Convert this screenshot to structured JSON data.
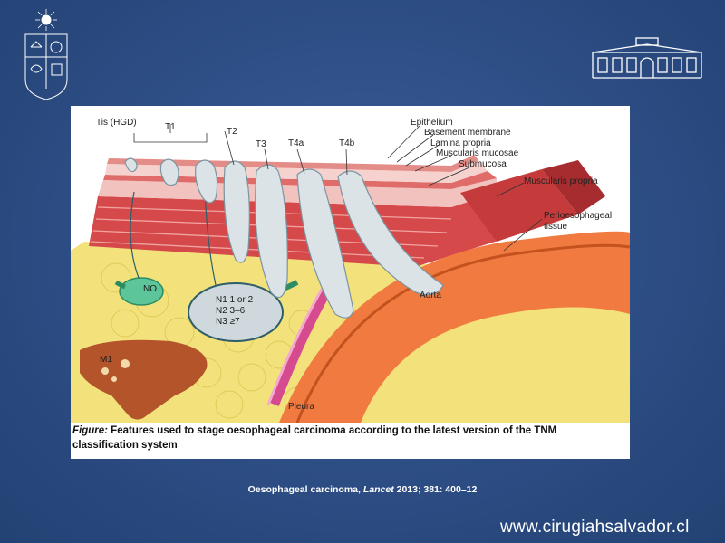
{
  "figure": {
    "labels": {
      "tis": "Tis (HGD)",
      "t1": "T1",
      "t2": "T2",
      "t3": "T3",
      "t4a": "T4a",
      "t4b": "T4b",
      "epithelium": "Epithelium",
      "basement_membrane": "Basement membrane",
      "lamina_propria": "Lamina propria",
      "muscularis_mucosae": "Muscularis mucosae",
      "submucosa": "Submucosa",
      "muscularis_propria": "Muscularis propria",
      "periesophageal_line1": "Perioesophageal",
      "periesophageal_line2": "tissue",
      "aorta": "Aorta",
      "pleura": "Pleura",
      "n0": "NO",
      "n1": "N1  1 or 2",
      "n2": "N2  3–6",
      "n3": "N3  ≥7",
      "m1": "M1"
    },
    "caption_bold": "Figure:",
    "caption_text": " Features used to stage oesophageal carcinoma according to the latest version of the TNM classification system"
  },
  "reference": {
    "title": "Oesophageal carcinoma, ",
    "journal": "Lancet",
    "details": " 2013; 381: 400–12"
  },
  "website": "www.cirugiahsalvador.cl",
  "colors": {
    "background": "#2f5088",
    "muscle": "#d9534f",
    "fat": "#f4e27a",
    "node": "#5cc69a",
    "liver": "#b5542a",
    "aorta": "#e8703a",
    "pleura": "#d64a8f"
  }
}
